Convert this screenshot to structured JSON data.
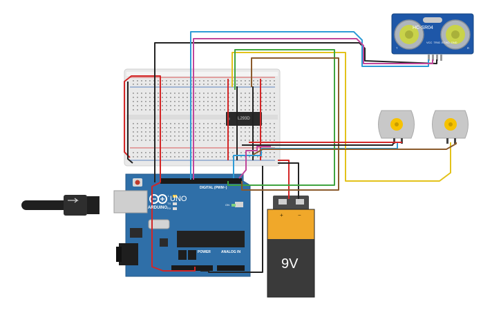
{
  "sensor": {
    "label": "HC-SR04",
    "pins": [
      "VCC",
      "TRIG",
      "ECHO",
      "GND"
    ],
    "mark_left": "T",
    "mark_right": "R"
  },
  "driver": {
    "label": "L293D"
  },
  "arduino": {
    "logo": "ARDUINO",
    "model": "UNO",
    "digital_label": "DIGITAL (PWM~)",
    "power_label": "POWER",
    "analog_label": "ANALOG IN",
    "l_label": "L",
    "tx_label": "TX",
    "rx_label": "RX",
    "on_label": "ON"
  },
  "battery": {
    "label": "9V",
    "plus": "+",
    "minus": "−"
  },
  "colors": {
    "arduino": "#2f6fa8",
    "battery_top": "#f0a82a",
    "battery_body": "#3a3a3a",
    "motor_shaft": "#f6c200",
    "sensor_board": "#1e57a8",
    "wire_red": "#d32626",
    "wire_black": "#222222",
    "wire_green": "#3fa43f",
    "wire_blue": "#2d9bd6",
    "wire_yellow": "#e3c21a",
    "wire_brown": "#8a5a2b",
    "wire_pink": "#c0459a"
  }
}
